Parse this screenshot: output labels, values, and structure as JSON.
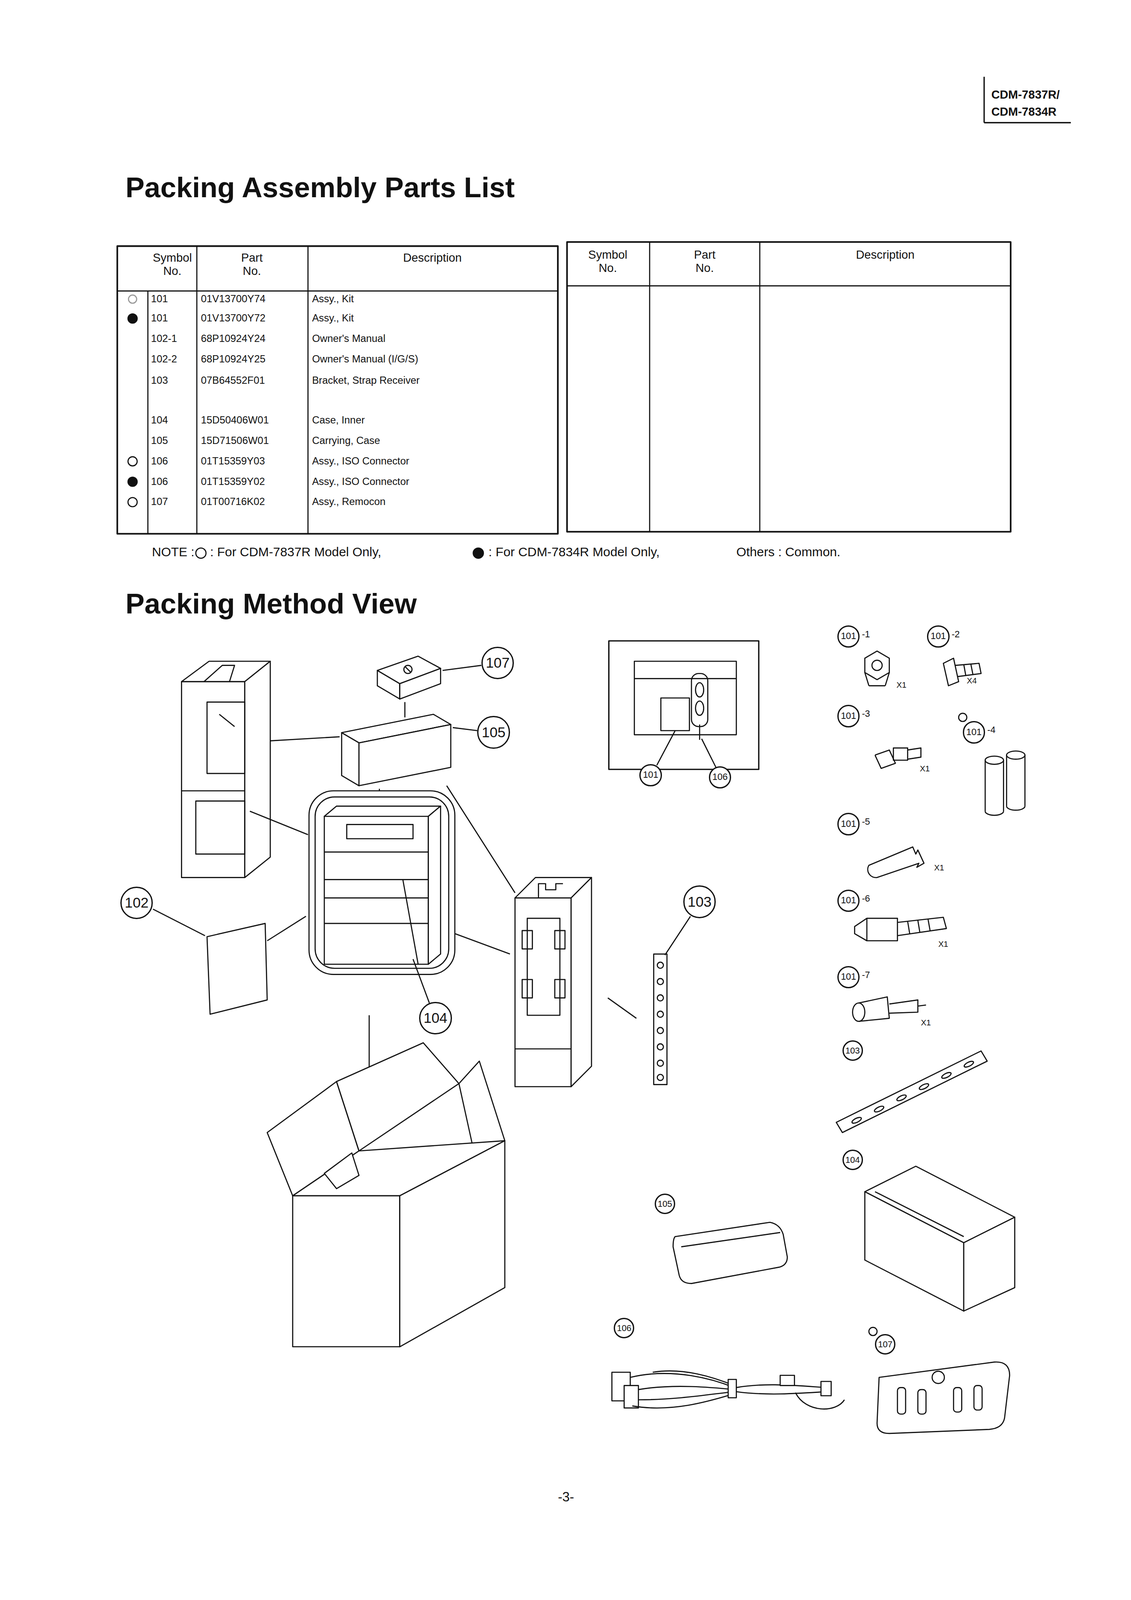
{
  "diagram": {
    "title": "Packing Assembly Parts List",
    "nodes": [
      {
        "text": [
          "101",
          "-1"
        ]
      },
      {
        "text": [
          "101",
          "-2"
        ]
      },
      {
        "text": [
          "107"
        ]
      },
      {
        "text": [
          "101",
          "-3"
        ]
      },
      {
        "text": [
          "105"
        ]
      },
      {
        "text": [
          "101",
          "-4"
        ]
      },
      {
        "text": [
          "101"
        ]
      },
      {
        "text": [
          "106"
        ]
      },
      {
        "text": [
          "101",
          "-5"
        ]
      },
      {
        "text": [
          "102"
        ]
      },
      {
        "text": [
          "103"
        ]
      },
      {
        "text": [
          "101",
          "-6"
        ]
      },
      {
        "text": [
          "101",
          "-7"
        ]
      },
      {
        "text": [
          "104"
        ]
      },
      {
        "text": [
          "103"
        ]
      },
      {
        "text": [
          "104"
        ]
      },
      {
        "text": [
          "105"
        ]
      },
      {
        "text": [
          "106"
        ]
      },
      {
        "text": [
          "107"
        ]
      }
    ],
    "labels": [
      "CDM-7837R/",
      "CDM-7834R",
      "Symbol No.",
      "Part No.",
      "Description",
      "Symbol No.",
      "Part No.",
      "Description",
      "101",
      "01V13700Y74",
      "Assy., Kit",
      "101",
      "01V13700Y72",
      "Assy., Kit",
      "102-1",
      "68P10924Y24",
      "Owner's Manual",
      "102-2",
      "68P10924Y25",
      "Owner's Manual (I/G/S)",
      "103",
      "07B64552F01",
      "Bracket, Strap Receiver",
      "104",
      "15D50406W01",
      "Case, Inner",
      "105",
      "15D71506W01",
      "Carrying, Case",
      "106",
      "01T15359Y03",
      "Assy., ISO Connector",
      "106",
      "01T15359Y02",
      "Assy., ISO Connector",
      "107",
      "01T00716K02",
      "Assy., Remocon",
      "NOTE :",
      ": For CDM-7837R Model Only,",
      ": For CDM-7834R Model Only,",
      "Others : Common.",
      "Packing Method View",
      "X1",
      "X4",
      "X1",
      "X1",
      "X1",
      "X1",
      "-3-"
    ]
  }
}
